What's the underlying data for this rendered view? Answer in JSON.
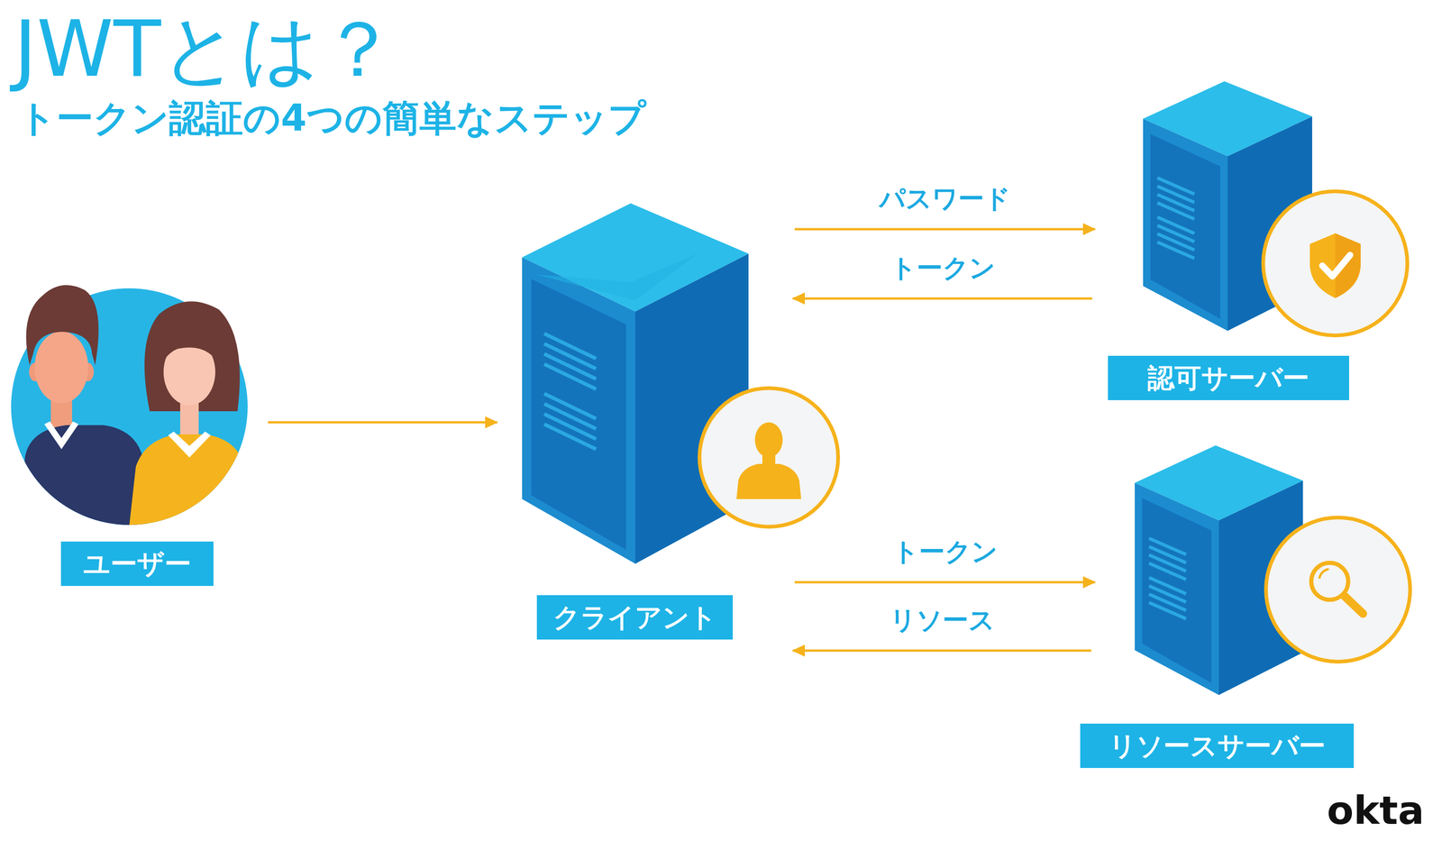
{
  "diagram": {
    "title": "JWTとは？",
    "nodes": [
      {
        "text": [
          "ユーザー"
        ]
      },
      {
        "text": [
          "クライアント"
        ]
      },
      {
        "text": [
          "認可サーバー"
        ]
      },
      {
        "text": [
          "リソースサーバー"
        ]
      }
    ],
    "edges": [
      {
        "from": 0,
        "to": 1,
        "arrow": "to"
      },
      {
        "from": 1,
        "to": 2,
        "label": "パスワード",
        "arrow": "to"
      },
      {
        "from": 2,
        "to": 1,
        "label": "トークン",
        "arrow": "to"
      },
      {
        "from": 1,
        "to": 3,
        "label": "トークン",
        "arrow": "to"
      },
      {
        "from": 3,
        "to": 1,
        "label": "リソース",
        "arrow": "to"
      }
    ],
    "labels": [
      "トークン認証の4つの簡単なステップ",
      "okta"
    ]
  }
}
